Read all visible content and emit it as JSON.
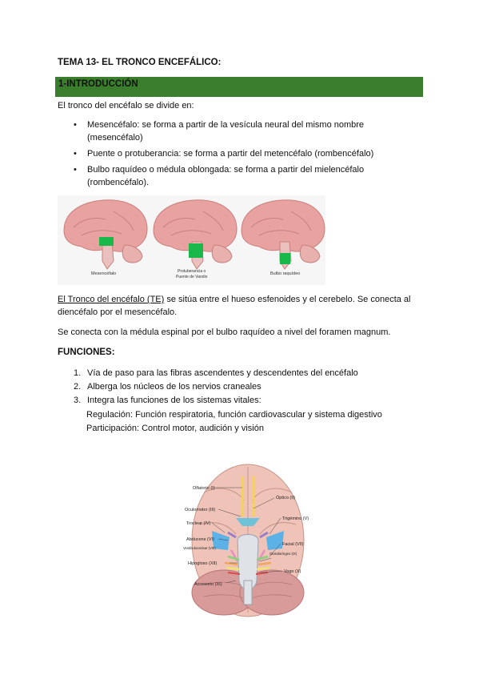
{
  "title": "TEMA 13- EL TRONCO ENCEFÁLICO:",
  "section_heading": "1-INTRODUCCIÓN",
  "intro": "El tronco del encéfalo se divide en:",
  "bullets": [
    "Mesencéfalo: se forma a partir de la vesícula neural del mismo nombre (mesencéfalo)",
    "Puente o protuberancia: se forma a partir del metencéfalo (rombencéfalo)",
    "Bulbo raquídeo o médula oblongada: se forma a partir del mielencéfalo (rombencéfalo)."
  ],
  "figure1": {
    "labels": [
      "Mesencéfalo",
      "Protuberancia o",
      "Puente de Varolio",
      "Bulbo raquídeo"
    ]
  },
  "te_paragraph": {
    "underlined": "El Tronco del encéfalo (TE)",
    "rest": " se sitúa entre el hueso esfenoides y el cerebelo. Se conecta al diencéfalo por el mesencéfalo."
  },
  "spinal_paragraph": "Se conecta con la médula espinal por el bulbo raquídeo a nivel del foramen magnum.",
  "funciones_heading": "FUNCIONES:",
  "funciones": [
    {
      "num": "1.",
      "text": "Vía de paso para las fibras ascendentes y descendentes del encéfalo"
    },
    {
      "num": "2.",
      "text": "Alberga los núcleos de los nervios craneales"
    },
    {
      "num": "3.",
      "text": "Integra las funciones de los sistemas vitales:"
    }
  ],
  "sub_lines": [
    "Regulación: Función respiratoria, función cardiovascular y sistema digestivo",
    "Participación: Control motor, audición y visión"
  ],
  "figure2": {
    "left_labels": [
      "Olfatorio (I)",
      "Oculomotor (III)",
      "Troclear (IV)",
      "Abducens (VI)",
      "Vestibulococlear (VIII)",
      "Hipogloso (XII)",
      "Accesorio (XI)"
    ],
    "right_labels": [
      "Óptico (II)",
      "Trigémino (V)",
      "Facial (VII)",
      "Glosofaríngeo (IX)",
      "Vago (X)"
    ]
  }
}
